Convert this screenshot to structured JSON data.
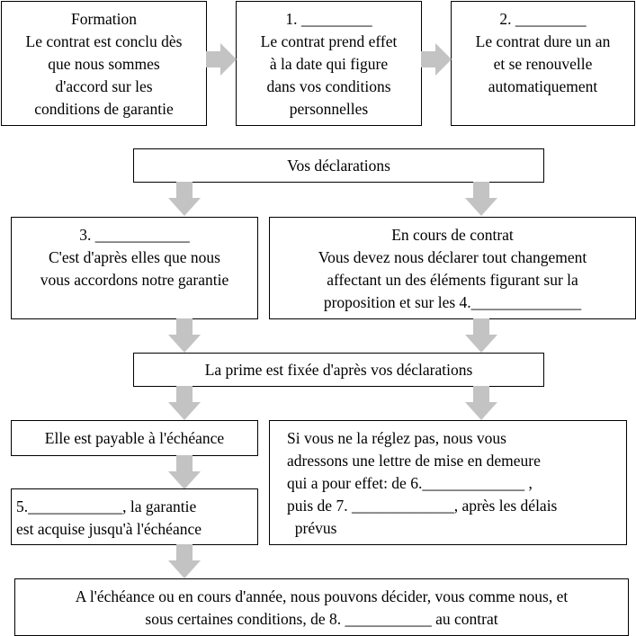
{
  "colors": {
    "arrow": "#c3c3c3",
    "border": "#000000",
    "background": "#ffffff"
  },
  "box_formation": {
    "title": "Formation",
    "lines": [
      "Le contrat est conclu dès",
      "que nous sommes",
      "d'accord sur les",
      "conditions de garantie"
    ]
  },
  "box_1": {
    "title": "1. _________",
    "lines": [
      "Le contrat prend effet",
      "à la date qui figure",
      "dans vos conditions",
      "personnelles"
    ]
  },
  "box_2": {
    "title": "2. _________",
    "lines": [
      "Le contrat dure un an",
      "et se renouvelle",
      "automatiquement"
    ]
  },
  "box_declarations": {
    "text": "Vos déclarations"
  },
  "box_3": {
    "title": "3. ____________",
    "lines": [
      "C'est d'après elles que nous",
      "vous accordons notre garantie"
    ]
  },
  "box_cours_contrat": {
    "title": "En cours de contrat",
    "lines": [
      "Vous devez nous déclarer tout changement",
      "affectant un des éléments figurant sur la",
      "proposition et sur les 4.______________"
    ]
  },
  "box_prime": {
    "text": "La prime est fixée d'après vos déclarations"
  },
  "box_payable": {
    "text": "Elle est payable à l'échéance"
  },
  "box_reglez": {
    "lines": [
      "Si vous ne la réglez pas, nous vous",
      "adressons une lettre de mise en demeure",
      "qui a pour effet: de 6._____________ ,",
      "puis de 7. _____________, après les délais",
      "  prévus"
    ]
  },
  "box_5": {
    "lines": [
      "5.____________, la garantie",
      "est acquise jusqu'à l'échéance"
    ]
  },
  "box_echeance": {
    "lines": [
      "A l'échéance ou en cours d'année, nous pouvons décider, vous comme nous, et",
      "sous certaines conditions, de 8. ___________ au contrat"
    ]
  }
}
